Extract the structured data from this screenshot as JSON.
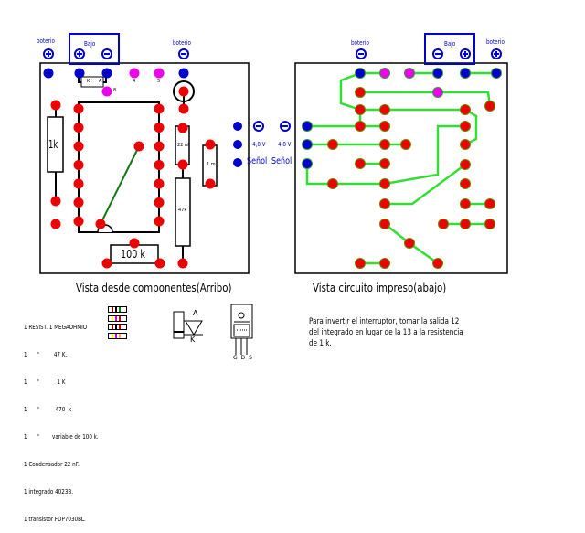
{
  "components_view": {
    "caption": "Vista desde componentes(Arribo)",
    "top_labels": {
      "left_battery": "boterio",
      "switch_box": "Bajo",
      "right_battery": "boterio"
    },
    "part_labels": {
      "resistor_1k": "1k",
      "resistor_100k": "100 k",
      "resistor_47k": "47k",
      "capacitor": "22 nf",
      "resistor_1m": "1 m",
      "diode_marks": [
        "K",
        "A"
      ],
      "pin_marks": [
        "4",
        "5",
        "8"
      ]
    }
  },
  "connector": {
    "symbols": [
      "⊖",
      "⊖"
    ],
    "voltages": [
      "4,8 V",
      "4,8 V"
    ],
    "signals": [
      "Señol",
      "Señol"
    ]
  },
  "circuit_view": {
    "caption": "Vista circuito impreso(abajo)",
    "top_labels": {
      "left_battery": "boterio",
      "switch_box": "Bajo",
      "right_battery": "boterio"
    }
  },
  "parts_list": {
    "items": [
      "1 RESIST. 1 MEGAOHMIO",
      "1      \"         47 K.",
      "1      \"           1 K",
      "1      \"          470  k",
      "1      \"        variable de 100 k.",
      "1 Condensador 22 nF.",
      "1 integrado 4023B.",
      "1 transistor FDP7030BL."
    ],
    "resistor_bands": [
      [
        "#8b0000",
        "#000000",
        "#008000"
      ],
      [
        "#ffff00",
        "#cc00cc",
        "#cc0000"
      ],
      [
        "#8b0000",
        "#000000",
        "#cc0000"
      ],
      [
        "#ffff00",
        "#cc00cc",
        "#ffaa33"
      ]
    ]
  },
  "diode_symbol": {
    "anode": "A",
    "cathode": "K"
  },
  "transistor_symbol": {
    "pins": "G D S"
  },
  "note": {
    "lines": [
      "Para  invertir el  interruptor, tomar la salida 12",
      "del integrado en lugar de la 13 a la resistencia",
      "de 1 k."
    ]
  },
  "colors": {
    "pad_red": "#ee0000",
    "pad_blue": "#0000cc",
    "pad_magenta": "#ee00ee",
    "trace_green": "#33dd33",
    "wire_green": "#117711",
    "outline": "#000000",
    "label_blue": "#0000cc"
  }
}
